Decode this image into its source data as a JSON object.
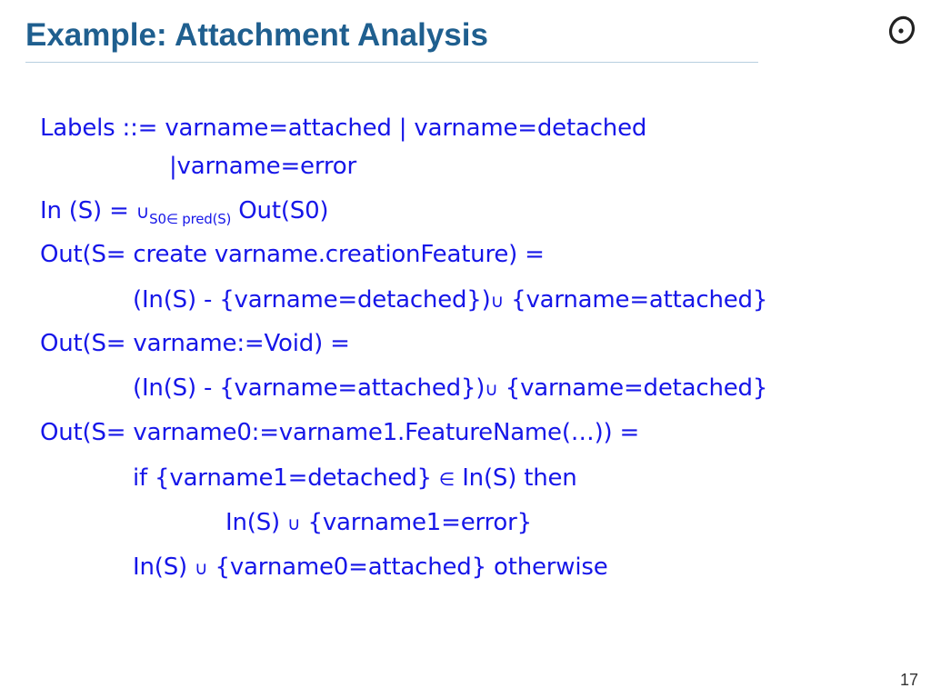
{
  "slide": {
    "title": "Example: Attachment Analysis",
    "page_number": "17",
    "colors": {
      "title": "#1f5f8f",
      "body_text": "#1616e8",
      "rule": "#b7cfdf"
    },
    "logo_icon": "eiffel-logo-icon"
  },
  "lines": [
    {
      "text": "Labels ::= varname=attached | varname=detached"
    },
    {
      "text": "|varname=error"
    },
    {
      "pre": "In (S) = ",
      "union": "∪",
      "sub": "S0∈ pred(S)",
      "post": " Out(S0)"
    },
    {
      "text": "Out(S= create varname.creationFeature) ="
    },
    {
      "pre": "(In(S) - {varname=detached})",
      "union": "∪",
      "post": " {varname=attached}"
    },
    {
      "text": "Out(S= varname:=Void) ="
    },
    {
      "pre": "(In(S) - {varname=attached})",
      "union": "∪",
      "post": " {varname=detached}"
    },
    {
      "text": "Out(S= varname0:=varname1.FeatureName(…)) ="
    },
    {
      "pre": "if {varname1=detached} ",
      "elem": "∈",
      "post": " In(S) then"
    },
    {
      "pre": "In(S) ",
      "union": "∪",
      "post": " {varname1=error}"
    },
    {
      "pre": "In(S) ",
      "union": "∪",
      "post": " {varname0=attached} otherwise"
    }
  ]
}
